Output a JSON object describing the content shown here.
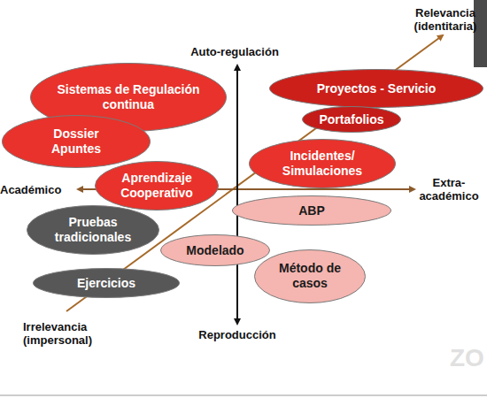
{
  "diagram": {
    "nodes": [
      {
        "text": [
          "Sistemas de Regulación continua"
        ]
      },
      {
        "text": [
          "Proyectos - Servicio"
        ]
      },
      {
        "text": [
          "Portafolios"
        ]
      },
      {
        "text": [
          "Dossier Apuntes"
        ]
      },
      {
        "text": [
          "Incidentes/ Simulaciones"
        ]
      },
      {
        "text": [
          "Aprendizaje Cooperativo"
        ]
      },
      {
        "text": [
          "ABP"
        ]
      },
      {
        "text": [
          "Pruebas tradicionales"
        ]
      },
      {
        "text": [
          "Modelado"
        ]
      },
      {
        "text": [
          "Método de casos"
        ]
      },
      {
        "text": [
          "Ejercicios"
        ]
      }
    ],
    "labels": [
      "Auto-regulación",
      "Relevancia (identitaria)",
      "Académico",
      "Extra-académico",
      "Irrelevancia (impersonal)",
      "Reproducción",
      "ZO"
    ]
  }
}
